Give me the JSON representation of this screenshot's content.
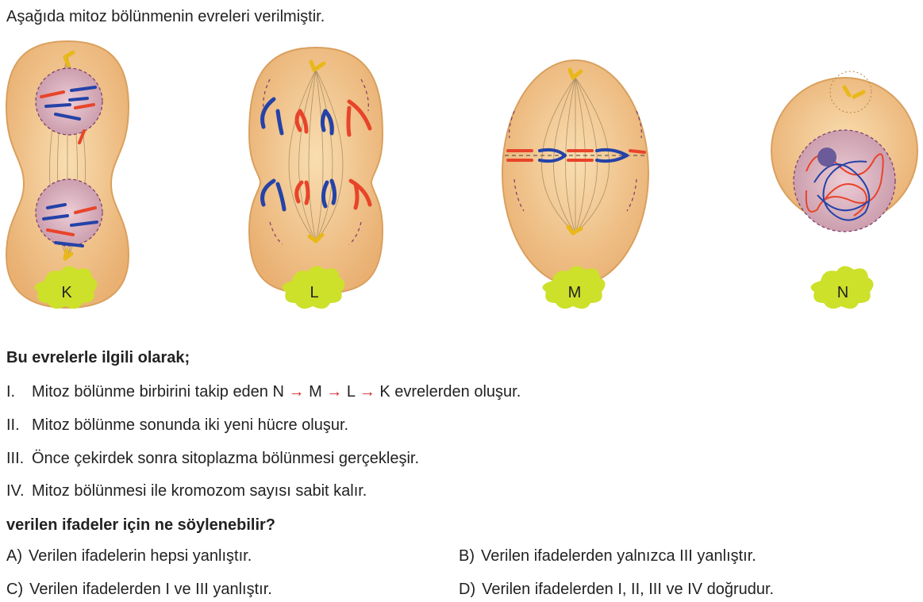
{
  "intro": "Aşağıda  mitoz bölünmenin evreleri verilmiştir.",
  "figures": [
    {
      "label": "K"
    },
    {
      "label": "L"
    },
    {
      "label": "M"
    },
    {
      "label": "N"
    }
  ],
  "lead": "Bu evrelerle ilgili olarak;",
  "statements": [
    {
      "num": "I.",
      "parts": [
        "Mitoz bölünme birbirini takip eden N",
        "M",
        "L",
        "K evrelerden oluşur."
      ]
    },
    {
      "num": "II.",
      "text": "Mitoz bölünme sonunda iki yeni hücre oluşur."
    },
    {
      "num": "III.",
      "text": "Önce çekirdek sonra sitoplazma bölünmesi gerçekleşir."
    },
    {
      "num": "IV.",
      "text": "Mitoz bölünmesi ile kromozom sayısı sabit kalır."
    }
  ],
  "arrow": "→",
  "question": "verilen ifadeler için ne söylenebilir?",
  "options": [
    {
      "letter": "A)",
      "text": "Verilen ifadelerin hepsi yanlıştır."
    },
    {
      "letter": "B)",
      "text": "Verilen ifadelerden yalnızca III yanlıştır."
    },
    {
      "letter": "C)",
      "text": "Verilen ifadelerden I ve III yanlıştır."
    },
    {
      "letter": "D)",
      "text": "Verilen ifadelerden I, II, III ve IV doğrudur."
    }
  ],
  "colors": {
    "cell": "#f2c48b",
    "cell_edge": "#d9a05e",
    "nucleus": "#d9b2bf",
    "chrom_red": "#e8442a",
    "chrom_blue": "#2442a8",
    "centriole": "#e8b81a",
    "label_blob": "#cde02a",
    "arrow": "#d42a2a"
  }
}
